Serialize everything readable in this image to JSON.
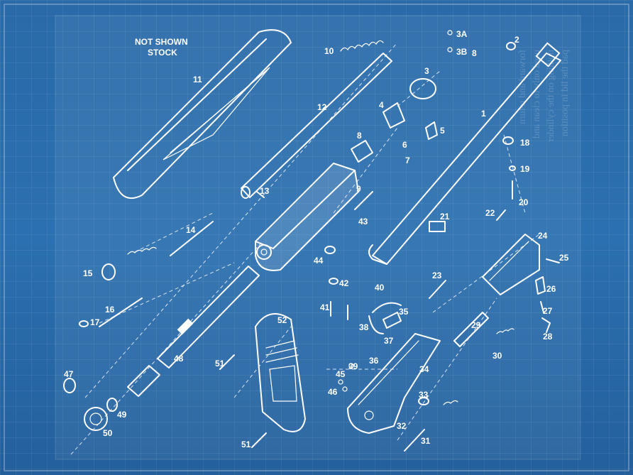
{
  "note_line1": "NOT SHOWN",
  "note_line2": "STOCK",
  "labels": {
    "p1": "1",
    "p2": "2",
    "p3": "3",
    "p3a": "3A",
    "p3b": "3B",
    "p4": "4",
    "p5": "5",
    "p6": "6",
    "p7": "7",
    "p8a": "8",
    "p8b": "8",
    "p9": "9",
    "p10": "10",
    "p11": "11",
    "p12": "12",
    "p13": "13",
    "p14": "14",
    "p15": "15",
    "p16": "16",
    "p17": "17",
    "p18": "18",
    "p19": "19",
    "p20": "20",
    "p21": "21",
    "p22": "22",
    "p23": "23",
    "p24": "24",
    "p25": "25",
    "p26": "26",
    "p27": "27",
    "p28": "28",
    "p29": "29",
    "p30": "30",
    "p31": "31",
    "p32": "32",
    "p33": "33",
    "p34": "34",
    "p35": "35",
    "p36": "36",
    "p37": "37",
    "p38": "38",
    "p39": "39",
    "p40": "40",
    "p41": "41",
    "p42": "42",
    "p43": "43",
    "p44": "44",
    "p45": "45",
    "p46": "46",
    "p47": "47",
    "p48": "48",
    "p49": "49",
    "p50": "50",
    "p51a": "51",
    "p51b": "51",
    "p52": "52"
  },
  "colors": {
    "background": "#2b6cad",
    "lines": "#ffffff"
  }
}
